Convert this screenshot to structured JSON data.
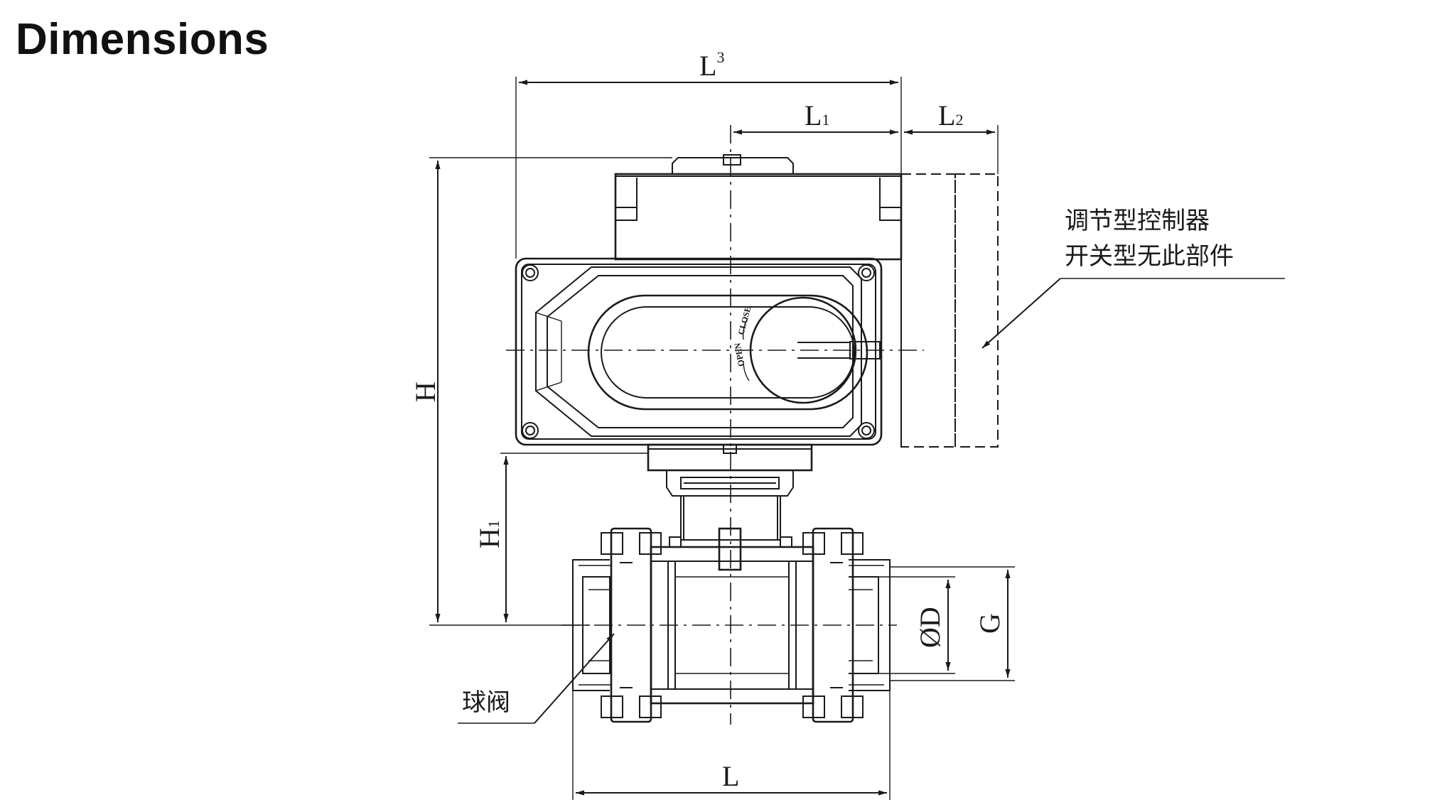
{
  "title": "Dimensions",
  "dimensions": {
    "L3": "L",
    "L3_sup": "3",
    "L1": "L",
    "L1_sub": "1",
    "L2": "L",
    "L2_sub": "2",
    "H": "H",
    "H1": "H",
    "H1_sub": "1",
    "D": "ØD",
    "G": "G",
    "L": "L"
  },
  "callouts": {
    "controller_line1": "调节型控制器",
    "controller_line2": "开关型无此部件",
    "valve": "球阀"
  },
  "indicator": {
    "close": "CLOSE",
    "open": "OPEN"
  }
}
